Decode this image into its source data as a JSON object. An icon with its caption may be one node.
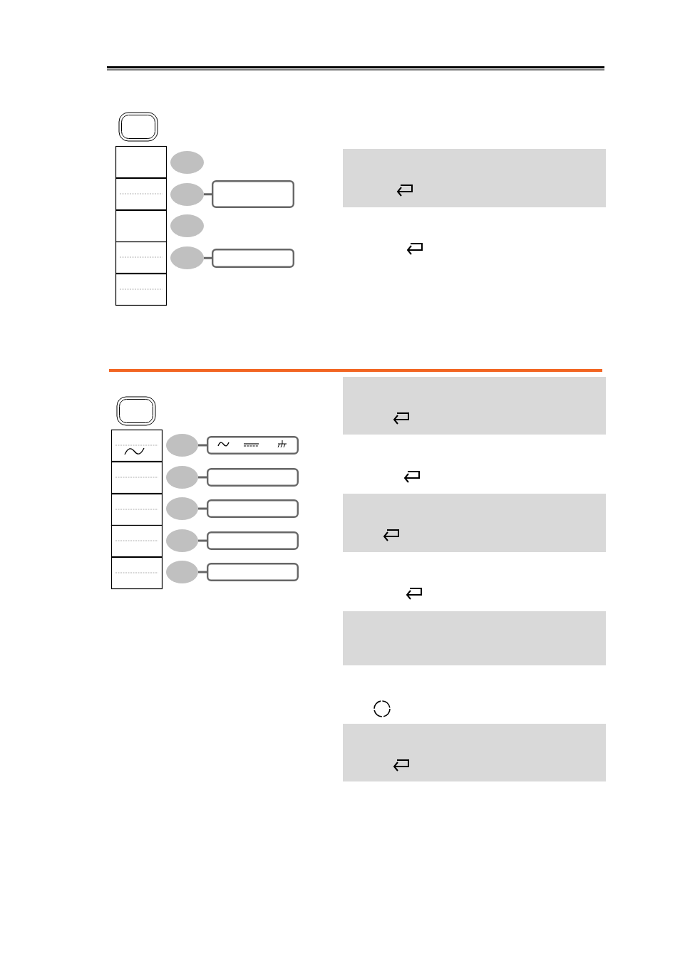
{
  "diagram": {
    "nodes": [
      {
        "text": [],
        "shape": "circle"
      },
      {
        "text": [],
        "shape": "circle"
      },
      {
        "text": [],
        "shape": "box"
      },
      {
        "text": [],
        "shape": "circle"
      },
      {
        "text": [],
        "shape": "circle"
      },
      {
        "text": [],
        "shape": "box"
      },
      {
        "text": [],
        "shape": "circle"
      },
      {
        "text": [],
        "shape": "box"
      },
      {
        "text": [],
        "shape": "circle"
      },
      {
        "text": [],
        "shape": "box"
      },
      {
        "text": [],
        "shape": "circle"
      },
      {
        "text": [],
        "shape": "box"
      },
      {
        "text": [],
        "shape": "circle"
      },
      {
        "text": [],
        "shape": "box"
      },
      {
        "text": [],
        "shape": "circle"
      },
      {
        "text": [],
        "shape": "box"
      }
    ],
    "edges": [
      {
        "from": 1,
        "to": 2,
        "arrow": "none"
      },
      {
        "from": 4,
        "to": 5,
        "arrow": "none"
      },
      {
        "from": 6,
        "to": 7,
        "arrow": "none"
      },
      {
        "from": 8,
        "to": 9,
        "arrow": "none"
      },
      {
        "from": 10,
        "to": 11,
        "arrow": "none"
      },
      {
        "from": 12,
        "to": 13,
        "arrow": "none"
      },
      {
        "from": 14,
        "to": 15,
        "arrow": "none"
      }
    ]
  }
}
